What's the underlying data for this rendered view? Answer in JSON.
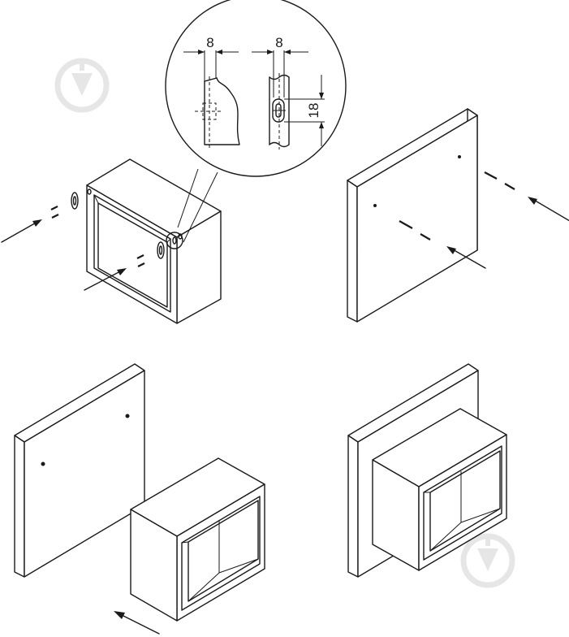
{
  "detail": {
    "width_dim_left": "8",
    "width_dim_right": "8",
    "height_dim": "18"
  },
  "colors": {
    "line": "#1a1a1a",
    "background": "#ffffff",
    "watermark": "#e6e6e6"
  },
  "icons": [
    "watermark-logo-icon",
    "arrow-icon",
    "dowel-icon",
    "keyhole-hanger-icon"
  ]
}
